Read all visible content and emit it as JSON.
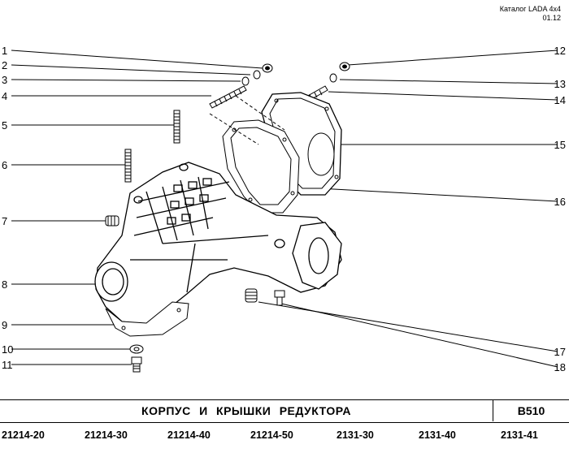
{
  "header": {
    "catalog": "Каталог LADA 4x4",
    "date": "01.12"
  },
  "callouts": {
    "left": [
      "1",
      "2",
      "3",
      "4",
      "5",
      "6",
      "7",
      "8",
      "9",
      "10",
      "11"
    ],
    "right": [
      "12",
      "13",
      "14",
      "15",
      "16",
      "17",
      "18"
    ]
  },
  "title_bar": {
    "title": "КОРПУС И КРЫШКИ РЕДУКТОРА",
    "code": "B510"
  },
  "models": [
    "21214-20",
    "21214-30",
    "21214-40",
    "21214-50",
    "2131-30",
    "2131-40",
    "2131-41"
  ]
}
